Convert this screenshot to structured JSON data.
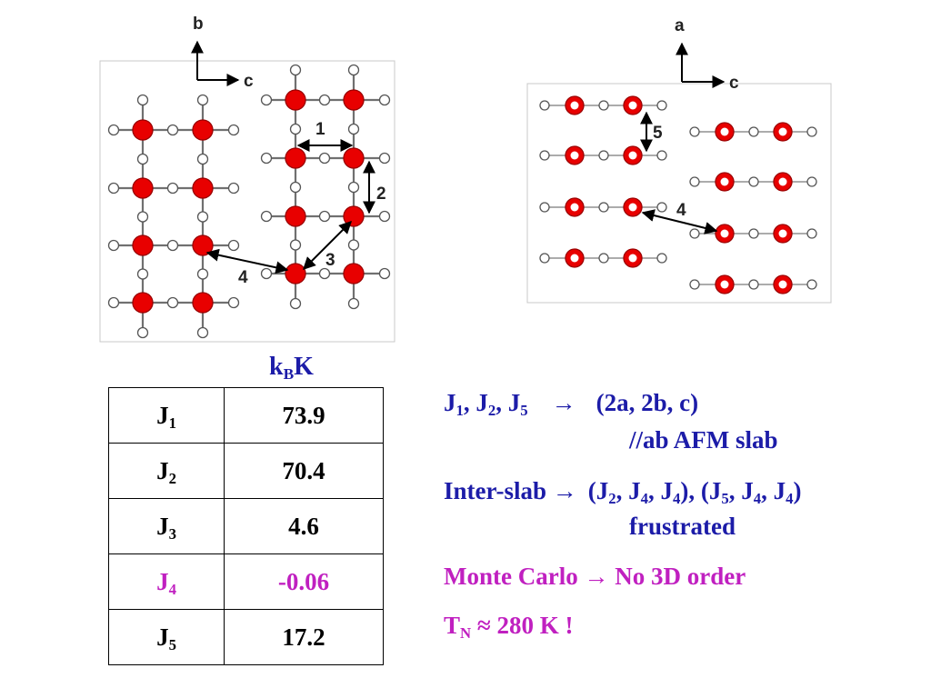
{
  "axes": {
    "left": {
      "vertical": "b",
      "horizontal": "c"
    },
    "right": {
      "vertical": "a",
      "horizontal": "c"
    }
  },
  "path_labels": {
    "j1": "1",
    "j2": "2",
    "j3": "3",
    "j4_left": "4",
    "j4_right": "4",
    "j5": "5"
  },
  "unit": {
    "main": "k",
    "sub": "B",
    "tail": "K"
  },
  "table": {
    "rows": [
      {
        "name": "J",
        "sub": "1",
        "value": "73.9"
      },
      {
        "name": "J",
        "sub": "2",
        "value": "70.4"
      },
      {
        "name": "J",
        "sub": "3",
        "value": "4.6"
      },
      {
        "name": "J",
        "sub": "4",
        "value": "-0.06",
        "highlight": true
      },
      {
        "name": "J",
        "sub": "5",
        "value": "17.2"
      }
    ]
  },
  "notes": {
    "l1": {
      "j": "J",
      "s1": "1",
      "c1": ", J",
      "s2": "2",
      "c2": ", J",
      "s3": "5",
      "arrow": "→",
      "result": "(2a, 2b, c)"
    },
    "l2": "//ab AFM slab",
    "l3": {
      "pre": "Inter-slab",
      "arrow": "→",
      "g1": "(J",
      "a1": "2",
      "g2": ", J",
      "a2": "4",
      "g3": ", J",
      "a3": "4",
      "g4": "), (J",
      "b1": "5",
      "g5": ", J",
      "b2": "4",
      "g6": ", J",
      "b3": "4",
      "g7": ")"
    },
    "l4": "frustrated",
    "l5": {
      "pre": "Monte Carlo",
      "arrow": "→",
      "post": "No 3D order"
    },
    "l6": {
      "t": "T",
      "sub": "N",
      "approx": "≈",
      "post": "280 K !"
    }
  },
  "colors": {
    "atom_red": "#e80000",
    "ligand_white": "#ffffff",
    "blue_text": "#1c1ca8",
    "magenta_text": "#c020c0"
  }
}
